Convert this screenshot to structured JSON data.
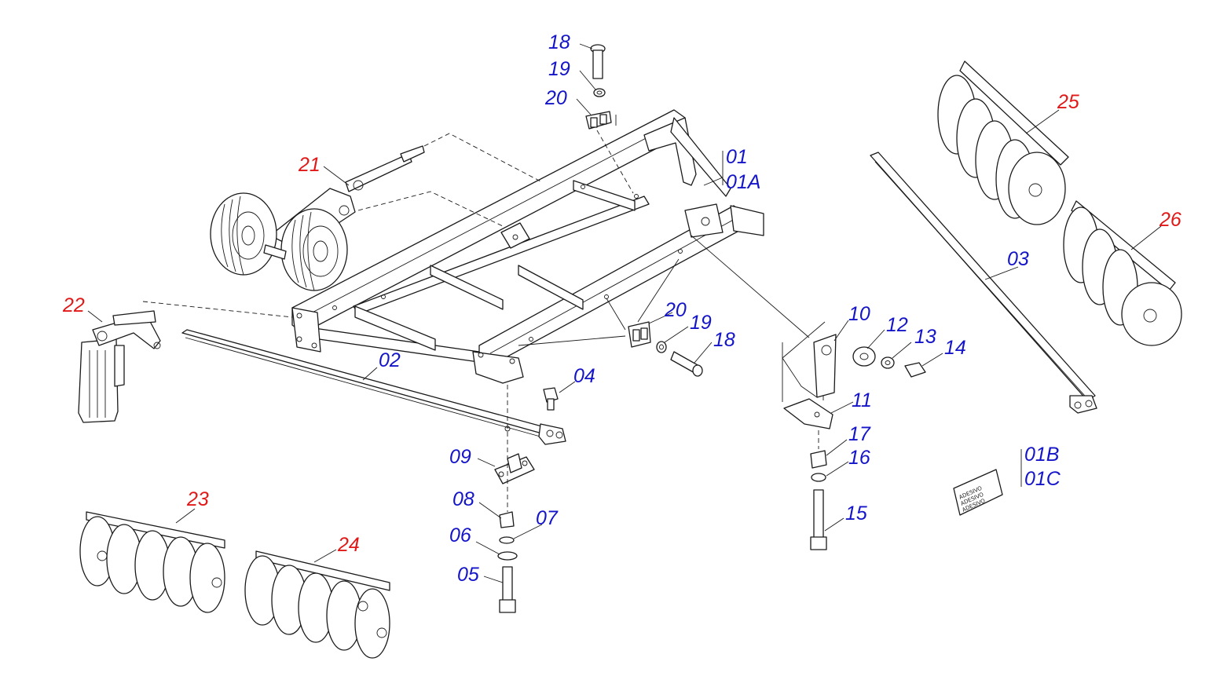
{
  "labels": {
    "frame": "01",
    "frame_alt": "01A",
    "front_bar": "02",
    "rear_bar": "03",
    "grease_fitting": "04",
    "bolt_05": "05",
    "washer_06": "06",
    "washer_07": "07",
    "nut_08": "08",
    "clamp_plate_09": "09",
    "bracket_10": "10",
    "bracket_11": "11",
    "spacer_12": "12",
    "washer_13": "13",
    "bolt_14": "14",
    "bolt_15": "15",
    "washer_16": "16",
    "nut_17": "17",
    "pin_18_top": "18",
    "washer_19_top": "19",
    "clip_20_top": "20",
    "clip_20_mid": "20",
    "washer_19_mid": "19",
    "pin_18_mid": "18",
    "wheel_assembly": "21",
    "jack_assembly": "22",
    "disc_gang_23": "23",
    "disc_gang_24": "24",
    "disc_gang_25": "25",
    "disc_gang_26": "26",
    "decal_b": "01B",
    "decal_c": "01C"
  },
  "sticker_text": [
    "ADESIVO",
    "ADESIVO",
    "ADESIVO"
  ],
  "colors": {
    "std_part_label": "#1414c8",
    "assembly_label": "#e01818",
    "line": "#1a1a1a"
  }
}
